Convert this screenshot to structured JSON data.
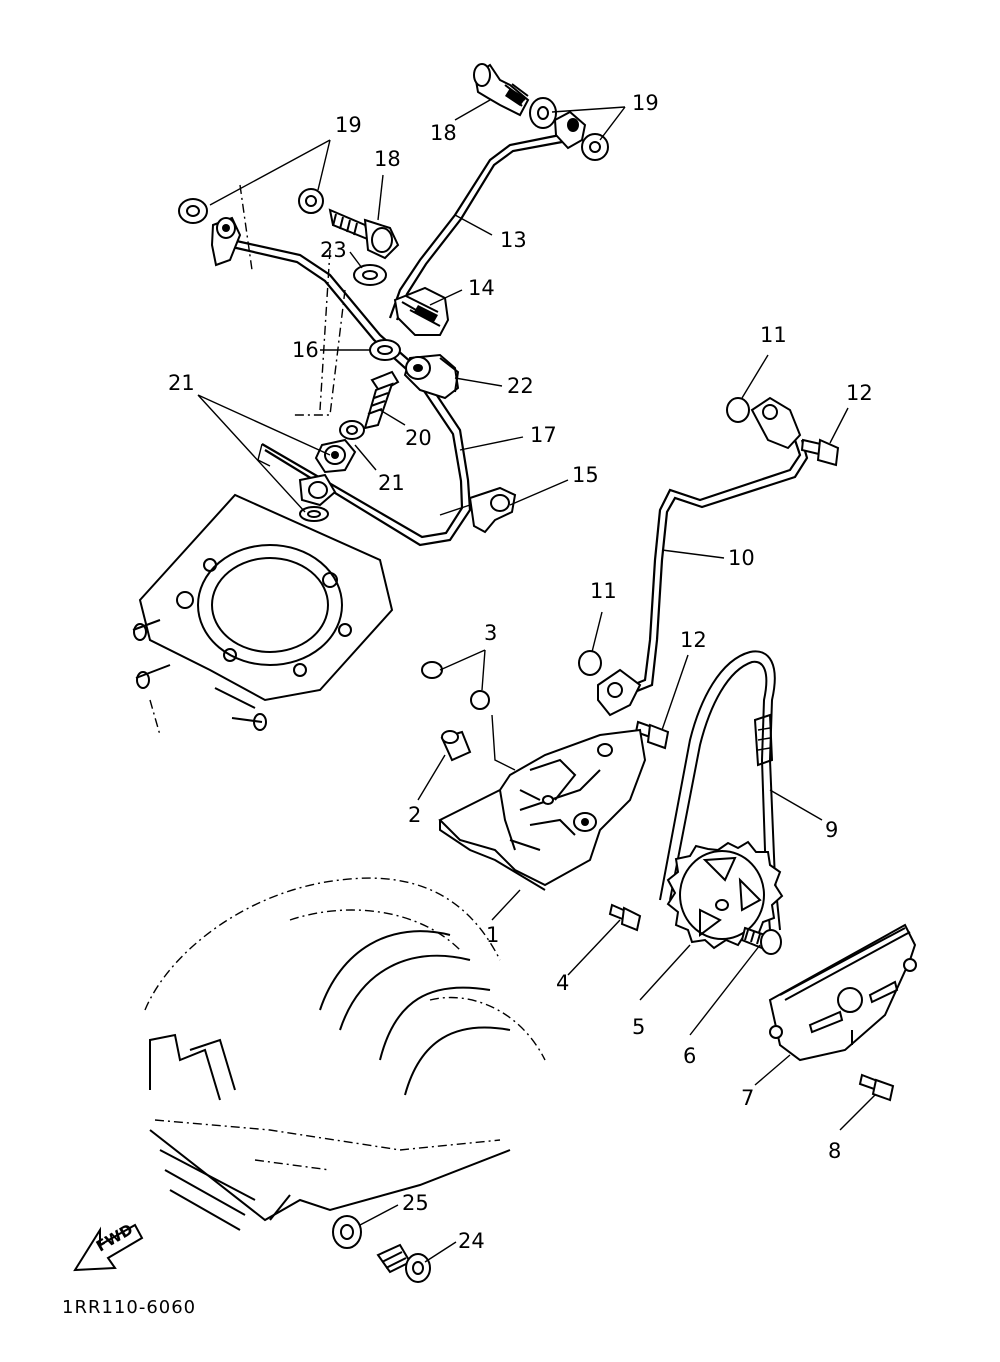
{
  "diagram": {
    "drawing_code": "1RR110-6060",
    "fwd_label": "FWD",
    "callouts": [
      {
        "id": "1",
        "label": "1"
      },
      {
        "id": "2",
        "label": "2"
      },
      {
        "id": "3",
        "label": "3"
      },
      {
        "id": "4",
        "label": "4"
      },
      {
        "id": "5",
        "label": "5"
      },
      {
        "id": "6",
        "label": "6"
      },
      {
        "id": "7",
        "label": "7"
      },
      {
        "id": "8",
        "label": "8"
      },
      {
        "id": "9",
        "label": "9"
      },
      {
        "id": "10",
        "label": "10"
      },
      {
        "id": "11a",
        "label": "11"
      },
      {
        "id": "11b",
        "label": "11"
      },
      {
        "id": "12a",
        "label": "12"
      },
      {
        "id": "12b",
        "label": "12"
      },
      {
        "id": "13",
        "label": "13"
      },
      {
        "id": "14",
        "label": "14"
      },
      {
        "id": "15",
        "label": "15"
      },
      {
        "id": "16",
        "label": "16"
      },
      {
        "id": "17",
        "label": "17"
      },
      {
        "id": "18a",
        "label": "18"
      },
      {
        "id": "18b",
        "label": "18"
      },
      {
        "id": "19a",
        "label": "19"
      },
      {
        "id": "19b",
        "label": "19"
      },
      {
        "id": "20",
        "label": "20"
      },
      {
        "id": "21a",
        "label": "21"
      },
      {
        "id": "21b",
        "label": "21"
      },
      {
        "id": "22",
        "label": "22"
      },
      {
        "id": "23",
        "label": "23"
      },
      {
        "id": "24",
        "label": "24"
      },
      {
        "id": "25",
        "label": "25"
      }
    ]
  }
}
